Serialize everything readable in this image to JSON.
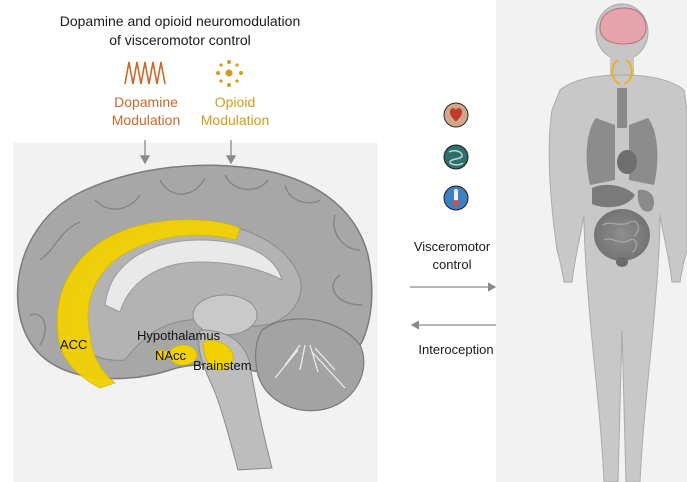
{
  "figure": {
    "title_line1": "Dopamine and opioid neuromodulation",
    "title_line2": "of visceromotor control"
  },
  "modulators": {
    "dopamine_line1": "Dopamine",
    "dopamine_line2": "Modulation",
    "opioid_line1": "Opioid",
    "opioid_line2": "Modulation"
  },
  "brain_regions": {
    "acc": "ACC",
    "hypothalamus": "Hypothalamus",
    "nacc": "NAcc",
    "brainstem": "Brainstem"
  },
  "pathways": {
    "visceromotor_line1": "Visceromotor",
    "visceromotor_line2": "control",
    "interoception": "Interoception"
  },
  "icons": [
    "heart-icon",
    "gut-icon",
    "thermometer-icon"
  ],
  "colors": {
    "dopamine": "#c8682a",
    "opioid": "#d39b17",
    "highlight": "#f2d100",
    "brain": "#9a9a9a",
    "body": "#c8c8c8"
  }
}
